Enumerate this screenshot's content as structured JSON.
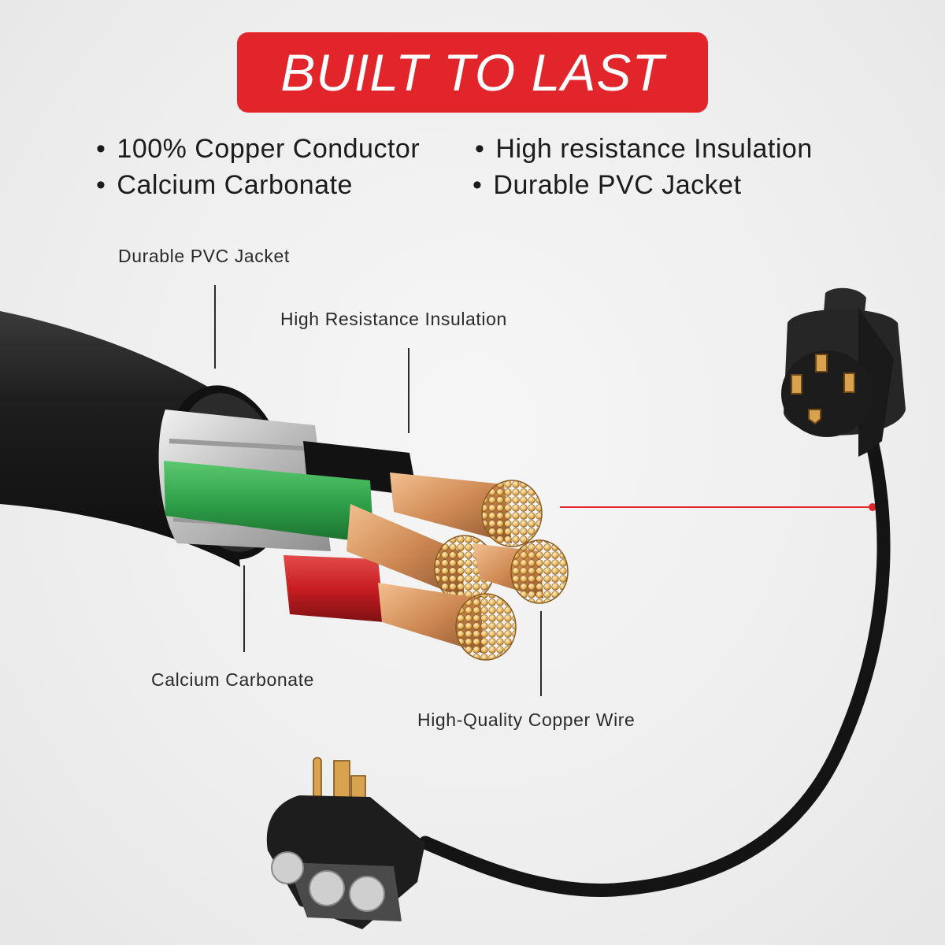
{
  "banner": {
    "title": "BUILT TO LAST"
  },
  "features": [
    {
      "bullet": "•",
      "label": "100% Copper Conductor"
    },
    {
      "bullet": "•",
      "label": "High resistance Insulation"
    },
    {
      "bullet": "•",
      "label": "Calcium Carbonate"
    },
    {
      "bullet": "•",
      "label": "Durable PVC Jacket"
    }
  ],
  "callouts": {
    "jacket": "Durable PVC Jacket",
    "insulation": "High Resistance Insulation",
    "filler": "Calcium Carbonate",
    "copper": "High-Quality Copper Wire"
  },
  "colors": {
    "banner": "#e2252b",
    "cable_jacket": "#1b1b1b",
    "wire_green": "#2fa24a",
    "wire_red": "#c81e22",
    "wire_black": "#111111",
    "copper": "#d4945e",
    "pointer_line": "#e2252b"
  }
}
